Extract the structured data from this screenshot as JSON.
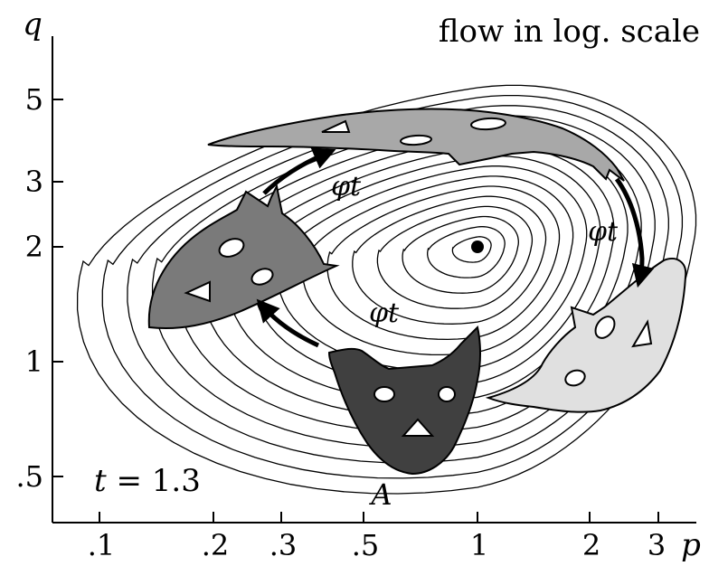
{
  "title": "flow in log. scale",
  "axes": {
    "x": {
      "name": "p",
      "ticks": [
        ".1",
        ".2",
        ".3",
        ".5",
        "1",
        "2",
        "3"
      ]
    },
    "y": {
      "name": "q",
      "ticks": [
        "5",
        "3",
        "2",
        "1",
        ".5"
      ]
    }
  },
  "flow_labels": [
    "φt",
    "φt",
    "φt"
  ],
  "time_label": {
    "var": "t",
    "rest": " = 1.3"
  },
  "point_label": "A",
  "colors": {
    "cat_initial": "#404040",
    "cat_step1": "#7a7a7a",
    "cat_step2": "#a8a8a8",
    "cat_step3": "#e0e0e0",
    "lines": "#000000"
  }
}
